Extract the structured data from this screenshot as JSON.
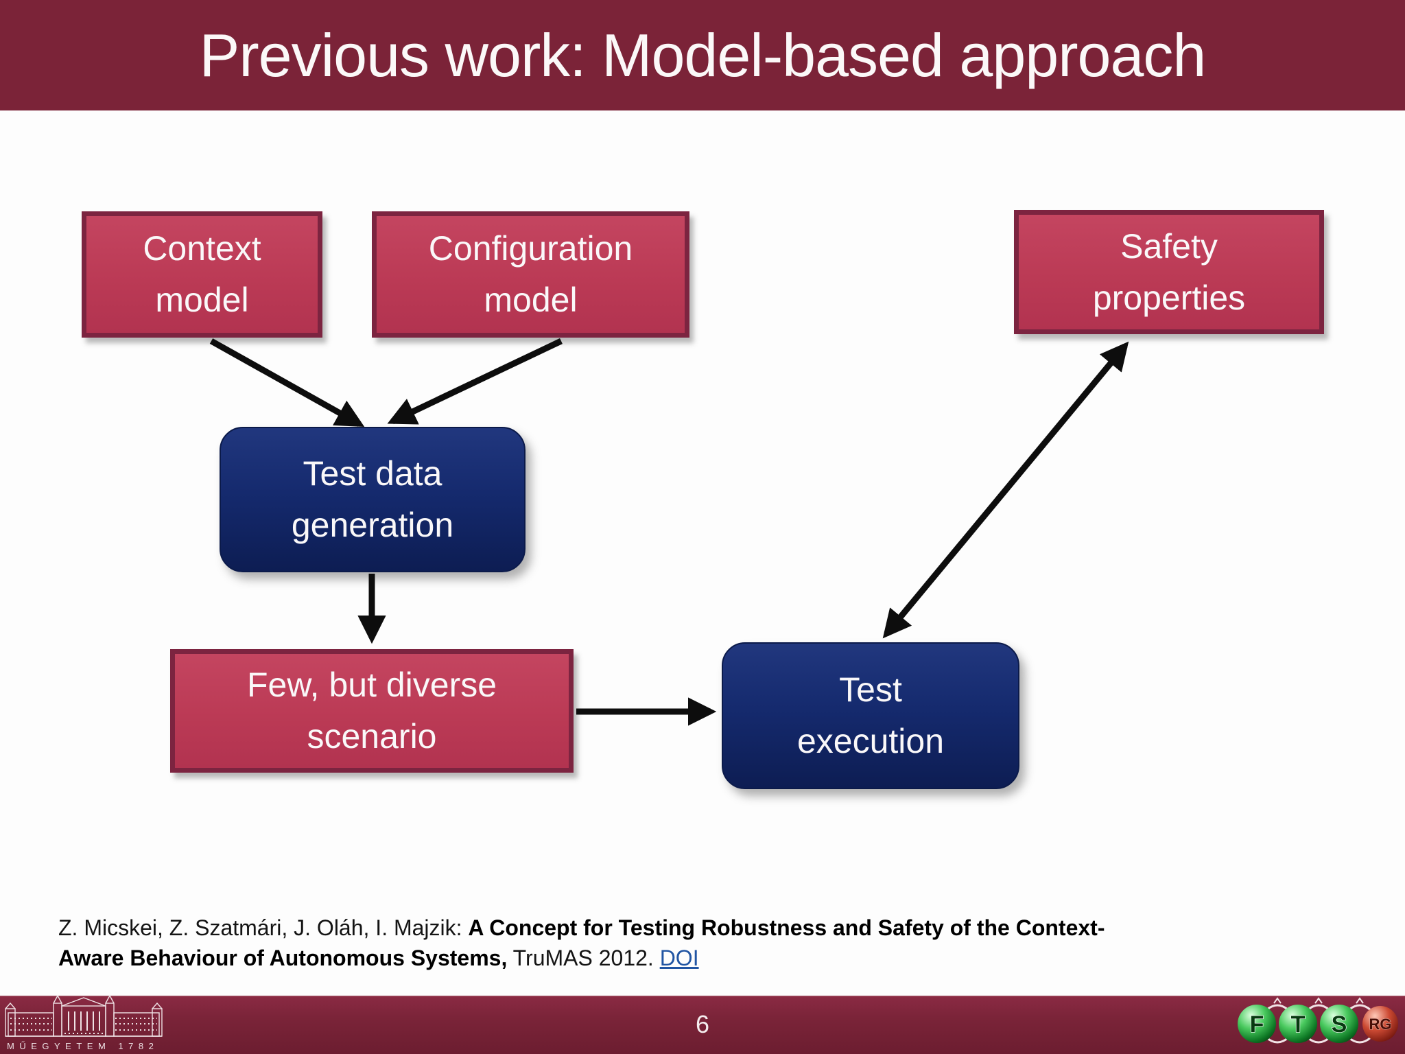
{
  "slide": {
    "title": "Previous work: Model-based approach",
    "page_number": "6"
  },
  "diagram": {
    "nodes": [
      {
        "id": "context-model",
        "type": "red",
        "label_lines": [
          "Context",
          "model"
        ]
      },
      {
        "id": "configuration-model",
        "type": "red",
        "label_lines": [
          "Configuration",
          "model"
        ]
      },
      {
        "id": "safety-properties",
        "type": "red",
        "label_lines": [
          "Safety",
          "properties"
        ]
      },
      {
        "id": "test-data-generation",
        "type": "blue",
        "label_lines": [
          "Test data",
          "generation"
        ]
      },
      {
        "id": "few-but-diverse-scenario",
        "type": "red",
        "label_lines": [
          "Few, but diverse",
          "scenario"
        ]
      },
      {
        "id": "test-execution",
        "type": "blue",
        "label_lines": [
          "Test",
          "execution"
        ]
      }
    ],
    "edges": [
      {
        "from": "context-model",
        "to": "test-data-generation",
        "direction": "single"
      },
      {
        "from": "configuration-model",
        "to": "test-data-generation",
        "direction": "single"
      },
      {
        "from": "test-data-generation",
        "to": "few-but-diverse-scenario",
        "direction": "single"
      },
      {
        "from": "few-but-diverse-scenario",
        "to": "test-execution",
        "direction": "single"
      },
      {
        "from": "test-execution",
        "to": "safety-properties",
        "direction": "double"
      }
    ]
  },
  "citation": {
    "authors": "Z. Micskei, Z. Szatmári, J. Oláh, I. Majzik: ",
    "title_part1": "A Concept for Testing Robustness and Safety of the Context-",
    "title_part2": "Aware Behaviour of Autonomous Systems,",
    "venue": " TruMAS 2012. ",
    "link_label": "DOI"
  },
  "footer": {
    "university_logo_text": "MŰEGYETEM 1782",
    "group_logo_letters": [
      "F",
      "T",
      "S",
      "RG"
    ]
  },
  "colors": {
    "title_bar": "#7b2338",
    "footer_bar": "#77233a",
    "red_box_fill": "#bc3d57",
    "red_box_border": "#7c2440",
    "blue_box_fill": "#13266b",
    "box_text": "#faf8f9",
    "arrow": "#0d0d0d",
    "doi_link": "#2155a3",
    "background": "#fdfdfd",
    "logo_sphere_green": "#2ab54a",
    "logo_sphere_red": "#b03a2a"
  }
}
